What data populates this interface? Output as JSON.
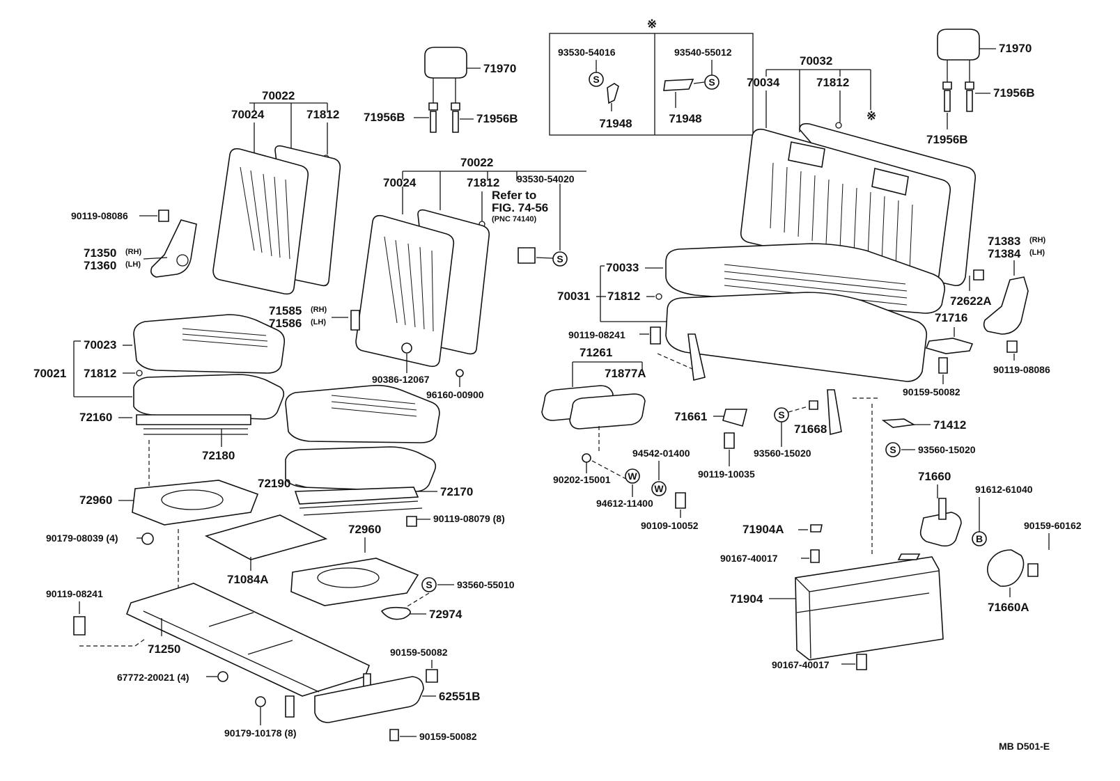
{
  "footer": {
    "code": "MB  D501-E"
  },
  "box_mark": "※",
  "box": {
    "left_part": "93530-54016",
    "right_part": "93540-55012",
    "left_item": "71948",
    "right_item": "71948"
  },
  "labels": {
    "p70022_a": "70022",
    "p70024_a": "70024",
    "p71812_a": "71812",
    "p71970_a": "71970",
    "p71956B_a": "71956B",
    "p71956B_b": "71956B",
    "p90119_08086_a": "90119-08086",
    "p71350": "71350",
    "p71360": "71360",
    "rh_a": "(RH)",
    "lh_a": "(LH)",
    "p70022_b": "70022",
    "p70024_b": "70024",
    "p71812_b": "71812",
    "p93530_54020": "93530-54020",
    "refer_to": "Refer to",
    "fig": "FIG. 74-56",
    "pnc": "(PNC 74140)",
    "p71585": "71585",
    "p71586": "71586",
    "rh_b": "(RH)",
    "lh_b": "(LH)",
    "p90386": "90386-12067",
    "p96160": "96160-00900",
    "p70023": "70023",
    "p70021": "70021",
    "p71812_c": "71812",
    "p72160": "72160",
    "p72180": "72180",
    "p72190": "72190",
    "p72170": "72170",
    "p72960_a": "72960",
    "p72960_b": "72960",
    "p90179_08039": "90179-08039 (4)",
    "p90119_08079": "90119-08079 (8)",
    "p71084A": "71084A",
    "p93560_55010": "93560-55010",
    "p72974": "72974",
    "p90119_08241_a": "90119-08241",
    "p71250": "71250",
    "p67772": "67772-20021 (4)",
    "p90179_10178": "90179-10178 (8)",
    "p90159_50082_a": "90159-50082",
    "p62551B": "62551B",
    "p90159_50082_b": "90159-50082",
    "p70032": "70032",
    "p70034": "70034",
    "p71812_d": "71812",
    "p71970_b": "71970",
    "p71956B_c": "71956B",
    "p71956B_d": "71956B",
    "p70033": "70033",
    "p70031": "70031",
    "p71812_e": "71812",
    "p71383": "71383",
    "p71384": "71384",
    "rh_c": "(RH)",
    "lh_c": "(LH)",
    "p72622A": "72622A",
    "p90119_08241_b": "90119-08241",
    "p71716": "71716",
    "p90119_08086_b": "90119-08086",
    "p90159_50082_c": "90159-50082",
    "p71261": "71261",
    "p71877A": "71877A",
    "p71661": "71661",
    "p71668": "71668",
    "p71412": "71412",
    "p93560_15020_a": "93560-15020",
    "p93560_15020_b": "93560-15020",
    "p90119_10035": "90119-10035",
    "p94542": "94542-01400",
    "p90202": "90202-15001",
    "p94612": "94612-11400",
    "p90109": "90109-10052",
    "p71660": "71660",
    "p91612": "91612-61040",
    "p90159_60162": "90159-60162",
    "p71660A": "71660A",
    "p71904A": "71904A",
    "p90167_a": "90167-40017",
    "p71904": "71904",
    "p90167_b": "90167-40017",
    "mark_s": "S",
    "mark_w": "W",
    "mark_b": "B"
  }
}
